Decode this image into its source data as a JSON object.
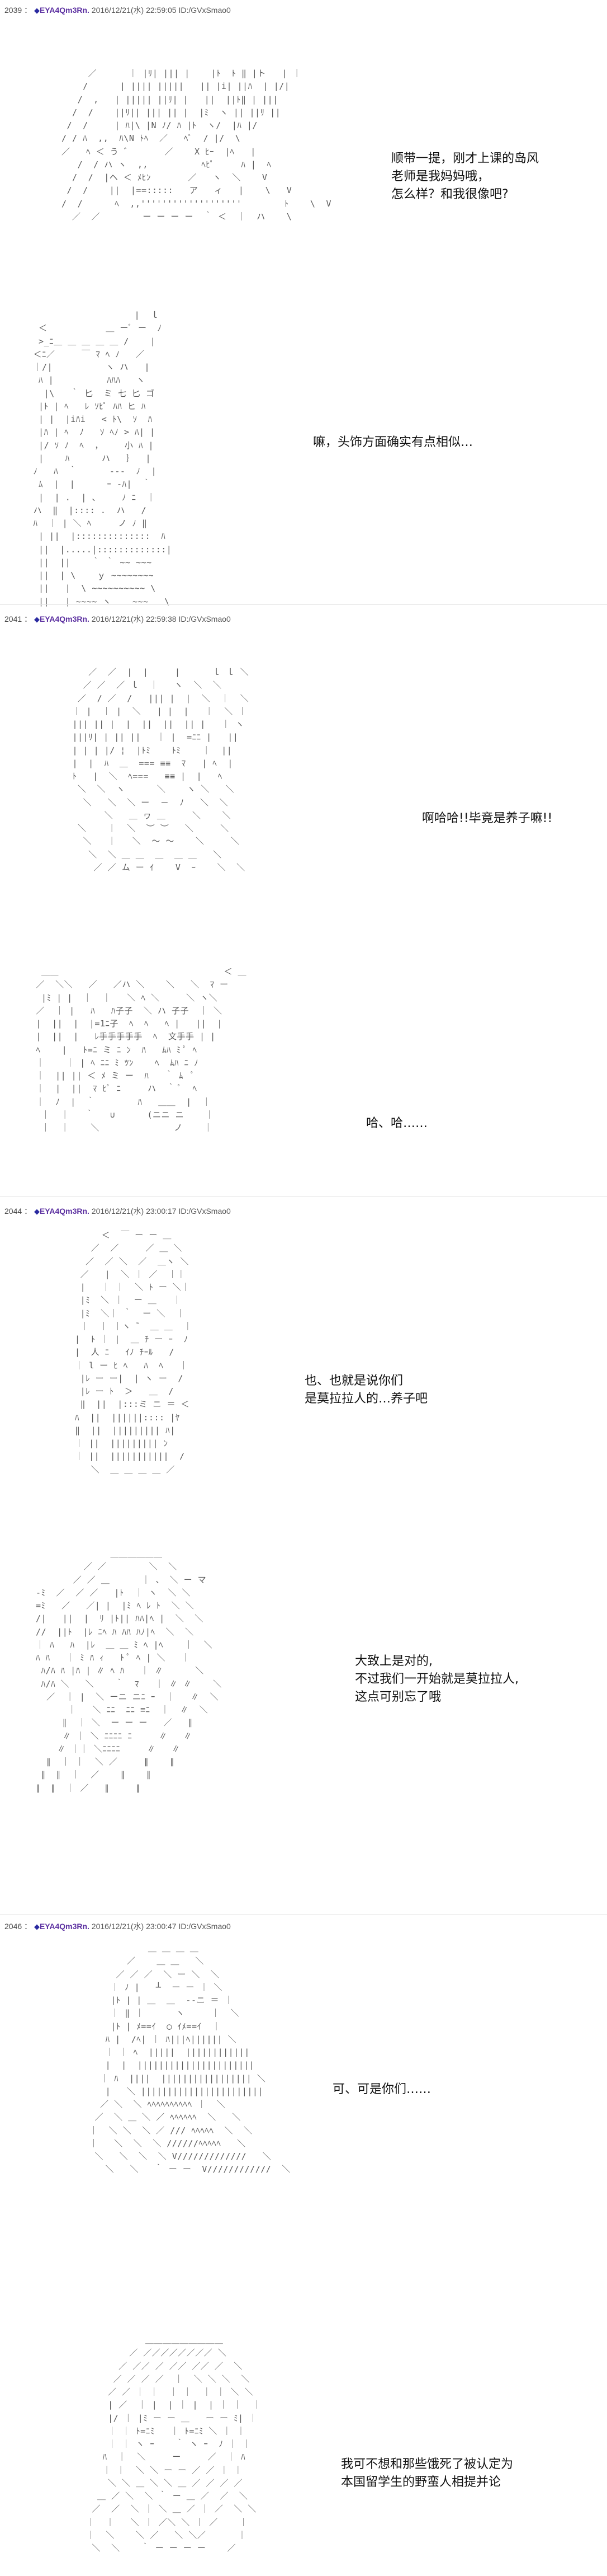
{
  "posts": [
    {
      "number": "2039",
      "separator": "：",
      "trip_mark": "◆",
      "trip": "EYA4Qm3Rn.",
      "datetime": "2016/12/21(水) 22:59:05 ID:/GVxSmao0",
      "panels": [
        {
          "dialog": "顺带一提，刚才上课的岛风\n老师是我妈妈哦，\n怎么样？和我很像吧?"
        },
        {
          "dialog": "嘛，头饰方面确实有点相似…"
        }
      ]
    },
    {
      "number": "2041",
      "separator": "：",
      "trip_mark": "◆",
      "trip": "EYA4Qm3Rn.",
      "datetime": "2016/12/21(水) 22:59:38 ID:/GVxSmao0",
      "panels": [
        {
          "dialog": "啊哈哈!!毕竟是养子嘛!!"
        },
        {
          "dialog": "哈、哈……"
        }
      ]
    },
    {
      "number": "2044",
      "separator": "：",
      "trip_mark": "◆",
      "trip": "EYA4Qm3Rn.",
      "datetime": "2016/12/21(水) 23:00:17 ID:/GVxSmao0",
      "panels": [
        {
          "dialog": "也、也就是说你们\n是莫拉拉人的…养子吧"
        },
        {
          "dialog": "大致上是对的,\n不过我们一开始就是莫拉拉人,\n这点可别忘了哦"
        }
      ]
    },
    {
      "number": "2046",
      "separator": "：",
      "trip_mark": "◆",
      "trip": "EYA4Qm3Rn.",
      "datetime": "2016/12/21(水) 23:00:47 ID:/GVxSmao0",
      "panels": [
        {
          "dialog": "可、可是你们……"
        },
        {
          "dialog": "我可不想和那些饿死了被认定为\n本国留学生的野蛮人相提并论"
        }
      ]
    }
  ],
  "art": {
    "a1": "     ／      ｜ |ﾘ| ||| |    |ﾄ  ﾄ ‖ |ト   | ｜\n    /      | |||| |||||   || |i| ||ﾊ  | |/|\n   /  ,   | ||||| ||ﾘ| |   ||  ||ﾄ‖ | |||\n  /  /    ||ﾘ|| ||| || |  |ﾐ  ヽ || ||ﾘ ||\n /  /     | ﾊ|\\ |N ﾉ/ ﾊ |ﾄ  ヽ/  |ﾊ |/\n/ / ﾊ  ,,  ﾊ\\N ﾄﾍ  ／   ﾍﾞ  / |/  \\\n／   ﾍ ＜ う ゛      ／    X ﾋｰ  |ﾍ   |\n   /  / ハ ヽ  ,,          ﾍﾋﾟ     ﾊ |  ﾍ\n  /  /  |ヘ ＜ ﾒﾋﾝ       ／   ヽ  ＼    V\n /  /    ||  |==:::::   ア   ィ   |    \\   V\n/  /      ﾍ  ,,'''''''''''''''''''        ﾄ    \\  V\n  ／  ／        ー ー ー ー  ｀ ＜  ｜  ハ    \\",
    "a2": "                    |  ｌ\n  ＜           ＿ ーﾞ ー  ﾉ\n  >_ﾆ＿ ＿ ＿ ＿ ＿ /    |\n ＜ﾆ／     ￣ ﾏ ﾍ ﾉ   ／\n ｜/|          ヽ ハ   |\n  ﾊ |          ﾊﾊﾊ   ヽ\n   |\\   ｀ 匕  ミ 七 匕 ゴ\n  |ﾄ | ﾍ   ﾚ ｿﾋﾟ ﾊﾊ ヒ ﾊ\n  | |  |iﾊi   < ﾄ\\  ｿ  ﾊ\n  |ﾊ | ﾍ  ﾉ   ｿ ﾍﾉ > ﾊ| |\n  |/ ｿ ﾉ  ﾍ  ，    小 ﾊ |\n  |    ﾊ      ハ   ｝  |\n ﾉ   ﾊ  ｀      ---  ﾉ  |\n  ﾑ  |  |      ｰ -ﾊ|  ｀\n  |  | .  | 、    ﾉ ﾆ  ｜\n ハ  ‖  |:::: .  ハ   /\n ﾊ  ｜ | ＼ ﾍ     ノ ﾉ ‖\n  | ||  |::::::::::::::  ﾊ\n  ||  |.....|:::::::::::::|\n  ||  ||    ｀ ｀ ~~ ~~~\n  ||  | \\    ｙ ~~~~~~~~\n  ||   |  \\ ~~~~~~~~~~ \\\n  ||   | ~~~~ ヽ    ~~~   \\",
    "a3": "    ／  ／  |  |     |      ｌ ｌ ＼\n   ／ ／  ／ ｌ  ｜   ヽ  ＼  ＼\n  ／  / ／  /   ||| |  |  ＼  ｜  ＼\n ｜ |  ｜ |  ＼   | |  |   ｜  ＼ ｜\n ||| || |  |  ||  ||  || |   ｜ ヽ\n |||ﾘ| | || ||   ｜ |  =ﾆﾆ |   ||\n | | | |/ ¦  |ﾄﾐ    ﾄﾐ    ｜  ||\n |  |  ﾊ  ＿  === ≡≡  ﾏ   | ﾍ  |\n ﾄ   |  ＼  ﾍ===   ≡≡ |  |   ﾍ\n  ＼  ＼  ヽ      ＼    ヽ ＼   ＼\n   ＼   ＼  ＼ ー  －  ﾉ   ＼  ＼\n       ＼   ＿ ヮ ＿     ＼    ＼\n  ＼    ｜  ＼  ︶ ︶   ＼     ＼\n   ＼   ｜   ＼  ～ ～    ＼     ＼\n    ＼  ＼ ＿ ＿  ＿  ＿ ＿   ＼\n     ／ ／ ム ー ｲ    V  ｰ    ＼  ＼",
    "a4": "  ＿＿                               ＜ ＿\n ／  ＼＼   ／   ／ハ ＼    ＼   ＼  ﾏ ー\n  |ﾐ | |  ｜  ｜   ＼ ﾍ ＼     ＼ ヽ＼\n ／  ｜ |   ﾊ   ﾊ子子  ＼ ハ 子子  ｜ ＼\n |  ||  |  |=1ﾆ子  ﾍ  ﾍ   ﾍ |   ||  | \n |  ||  |   ﾚ手手手手手  ﾍ  文手手 | |\n ﾍ    |   ﾄ=ﾆ ミ ﾆ ﾝ  ﾊ   ﾑﾊ ﾐ ﾟ ﾍ\n ｜    ｜ | ﾍ ﾆﾆ ﾐ ﾂﾝ    ﾍ  ﾑﾊ ﾆ ﾉ\n ｜  || || ＜ ﾒ ミ ー  ﾊ   ｀ ﾑ  ﾟ\n ｜  |  ||  ﾏ ﾋﾟ ﾆ     ハ  ｀ ﾟ  ﾍ\n ｜  ﾉ  |  ｀        ﾊ   ＿＿  |  ｜\n  ｜  ｜   ｀   ∪      (ニニ ニ    ｜\n  ｜  ｜    ＼              ノ    ｜",
    "a5": "       ＜  ￣ ー ー ＿\n     ／  ／     ／ ＿ ＼\n    ／  ／ ＼  ／  ＿ヽ ＼\n   ／   |  ＼ ｜ ／  ｜｜\n   |   ｜ ｜  ＼ ﾄ ー ＼｜\n   |ﾐ  ＼ ｜  ー ＿   ｜\n   |ﾐ  ＼｜ ｀  ー ＼  ｜\n   ｜  ｜ ｜ヽ ゛ ＿ ＿  ｜\n  |  ﾄ ｜ |  ＿ ﾁ ー ｰ  ﾉ\n  |  人 ﾆ   ｲﾉ ﾁｰﾙ   /\n  ｜ l ー ﾋ ﾍ   ﾊ  ﾍ   ｜\n   |ﾚ ー ー|  | ヽ ー  /\n   |ﾚ ー ﾄ  ＞   ＿  /\n   ‖  ||  |:::ミ ニ ＝ ＜\n  ﾊ  ||  ||||||:::: |ﾔ\n  ‖  ||  ||||||||| ﾊ|\n  ｜ ||  ||||||||| ﾝ\n  ｜ ||  |||||||||||  /\n     ＼  ＿ ＿ ＿ ＿ ／",
    "a6": "                ＿＿＿＿＿＿\n           ／ ／        ＼  ＼\n         ／ ／ ＿      ｜ 、 ＼ ー マ\n  -ﾐ  ／  ／ ／   |ﾄ  ｜ ヽ  ＼ ＼\n  =ﾐ   ／   ／| |  |ﾐ ﾍ ﾚ ﾄ  ＼ ＼\n  /|   ||  |  ﾘ |ﾄ|| ﾊﾊ|ﾍ |  ＼  ＼\n  //  ||ﾄ  |ﾚ ﾆﾍ ﾊ ﾊﾊ ﾊﾉ|ﾍ  ＼  ＼\n  ｜ ﾊ   ﾊ  |ﾚ  ＿ ＿ ﾐ ﾍ |ﾍ    ｜  ＼\n  ﾊ ﾊ   ｜ ﾐ ﾊ ｨ   ﾄ ﾟ ﾍ | ＼   ｜\n   ﾊ/ﾊ ﾊ |ﾊ | ∥ ﾍ ﾊ   ｜ ∥      ＼\n   ﾊ/ﾊ ＼   ＼    ｀  ﾏ   ｜ ∥ ∥    ＼\n    ／  ｜ |  ＼ ーニ ニﾆ ｰ  ｜   ∥  ＼\n        ｜   ＼ ﾆﾆ  ﾆﾆ ≡ﾆ  ｜  ∥  ＼\n       ∥  ｜ ＼  ー ー ー   ／   ∥\n       ∥ ｜ ＼ ﾆﾆﾆﾆ ﾆ     ∥   ∥\n      ∥ ｜｜ ＼ﾆﾆﾆﾆ     ∥   ∥\n    ∥  ｜ ｜  ＼ ／     ∥    ∥\n   ∥  ∥  ｜  ／    ∥    ∥\n  ∥  ∥  ｜ ／   ∥     ∥",
    "a7": "           ＿ ＿ ＿ ＿\n       ／    ＿ ＿   ＼\n     ／ ／ ／  ＼ ー ＼  ＼\n    ｜ ﾉ |   ┴  ー ー ｜ ＼\n    |ﾄ | | ＿  ＿  --ニ ＝ ｜\n    ｜ ‖ ｜      ヽ     ｜  ＼\n    |ﾄ | ﾒ==ｲ  ◯ ｲﾒ==ｲ  ｜\n   ﾊ |  /ﾍ| ｜ ﾊ|||ﾍ|||||| ＼\n   ｜ ｜ ﾍ  |||||  ||||||||||||\n   |  |  ||||||||||||||||||||||\n  ｜ ﾊ  ||||  ||||||||||||||||| ＼\n   |   ＼ |||||||||||||||||||||||\n  ／ ＼  ＼ ﾍﾍﾍﾍﾍﾍﾍﾍﾍﾍ ｜  ＼\n ／  ＼ ＿ ＼ ／ ﾍﾍﾍﾍﾍﾍ  ＼   ＼\n｜  ＼ ＼  ＼ ／ /// ﾍﾍﾍﾍﾍ  ＼  ＼\n｜   ＼  ＼  ＼ //////ﾍﾍﾍﾍﾍ   ＼\n ＼   ＼  ＼  ＼ V/////////////   ＼\n   ＼   ＼   ｀ ー ー  V////////////  ＼",
    "a8": "           ＿＿＿＿＿＿＿＿＿\n        ／ ／／／／／／／／ ＼\n      ／ ／／ ／ ／／ ／／ ／  ＼\n     ／ ／ ／ ／  ｜  ＼ ＼ ＼  ＼\n    ／ ／ ｜ ｜  ｜ ｜  ｜ ｜ ＼ ＼\n    | ／  ｜ |  | ｜ |  | ｜ ｜  ｜\n    |/ ｜ |ﾐ ー ー ＿   ー ー ﾐ| ｜\n    ｜ ｜ ﾄ=ﾆﾐ   ｜ ﾄ=ﾆﾐ ＼ ｜ ｜\n    ｜ ｜ ヽ ｰ    ｀ ヽ ｰ  ﾉ ｜ ｜\n   ﾊ  ｜  ＼     ー     ／  ｜ ﾊ\n   ｜ ｜  ＼ ＼ ー ー ／ ／ ｜ ｜\n    ＼ ＼ ＿ ＼ ＼ ＿ ／ ／ ／ ／\n  ＿ ／ ＼  ＼ ｀ ー ＿ ／  ／  ＼\n ／  ／  ＼ ｜ ＼ ＿ ／ ｜ ／  ＼ ＼\n｜  ｜   ＼ ｜ ／＼ ＼ ｜ ／    ｜\n｜  ＼    ＼ ／   ＼ ＼／      ｜\n ＼  ＼    ｀ ー ー ー ー    ／"
  }
}
